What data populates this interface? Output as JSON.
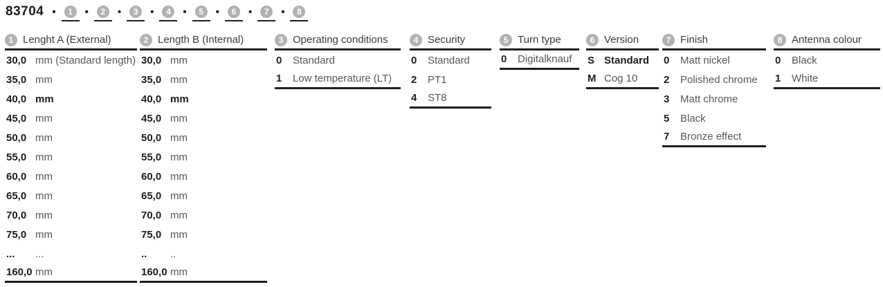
{
  "header": {
    "product_code": "83704",
    "separator": "•"
  },
  "colors": {
    "line": "#1d1d1b",
    "circle_fill": "#b2b2b2",
    "circle_text": "#ffffff",
    "code_text": "#1d1d1b",
    "label_text": "#575756",
    "header_text": "#3c3c3b"
  },
  "columns": [
    {
      "number": "1",
      "title": "Lenght A (External)",
      "kind": "len",
      "options": [
        {
          "code": "30,0",
          "label": "mm (Standard length)"
        },
        {
          "code": "35,0",
          "label": "mm"
        },
        {
          "code": "40,0",
          "label": "mm",
          "bold": true
        },
        {
          "code": "45,0",
          "label": "mm"
        },
        {
          "code": "50,0",
          "label": "mm"
        },
        {
          "code": "55,0",
          "label": "mm"
        },
        {
          "code": "60,0",
          "label": "mm"
        },
        {
          "code": "65,0",
          "label": "mm"
        },
        {
          "code": "70,0",
          "label": "mm"
        },
        {
          "code": "75,0",
          "label": "mm"
        },
        {
          "code": "...",
          "label": "..."
        },
        {
          "code": "160,0",
          "label": "mm"
        }
      ]
    },
    {
      "number": "2",
      "title": "Length B (Internal)",
      "kind": "len",
      "options": [
        {
          "code": "30,0",
          "label": "mm"
        },
        {
          "code": "35,0",
          "label": "mm"
        },
        {
          "code": "40,0",
          "label": "mm",
          "bold": true
        },
        {
          "code": "45,0",
          "label": "mm"
        },
        {
          "code": "50,0",
          "label": "mm"
        },
        {
          "code": "55,0",
          "label": "mm"
        },
        {
          "code": "60,0",
          "label": "mm"
        },
        {
          "code": "65,0",
          "label": "mm"
        },
        {
          "code": "70,0",
          "label": "mm"
        },
        {
          "code": "75,0",
          "label": "mm"
        },
        {
          "code": "..",
          "label": ".."
        },
        {
          "code": "160,0",
          "label": "mm"
        }
      ]
    },
    {
      "number": "3",
      "title": "Operating conditions",
      "kind": "opt",
      "options": [
        {
          "code": "0",
          "label": "Standard"
        },
        {
          "code": "1",
          "label": "Low temperature (LT)"
        }
      ]
    },
    {
      "number": "4",
      "title": "Security",
      "kind": "opt",
      "options": [
        {
          "code": "0",
          "label": "Standard"
        },
        {
          "code": "2",
          "label": "PT1"
        },
        {
          "code": "4",
          "label": "ST8"
        }
      ]
    },
    {
      "number": "5",
      "title": "Turn type",
      "kind": "opt",
      "options": [
        {
          "code": "0",
          "label": "Digitalknauf"
        }
      ]
    },
    {
      "number": "6",
      "title": "Version",
      "kind": "opt",
      "options": [
        {
          "code": "S",
          "label": "Standard",
          "bold": true
        },
        {
          "code": "M",
          "label": "Cog 10"
        }
      ]
    },
    {
      "number": "7",
      "title": "Finish",
      "kind": "opt",
      "options": [
        {
          "code": "0",
          "label": "Matt nickel"
        },
        {
          "code": "2",
          "label": "Polished chrome"
        },
        {
          "code": "3",
          "label": "Matt chrome"
        },
        {
          "code": "5",
          "label": "Black"
        },
        {
          "code": "7",
          "label": "Bronze effect"
        }
      ]
    },
    {
      "number": "8",
      "title": "Antenna colour",
      "kind": "opt",
      "options": [
        {
          "code": "0",
          "label": "Black"
        },
        {
          "code": "1",
          "label": "White"
        }
      ]
    }
  ]
}
